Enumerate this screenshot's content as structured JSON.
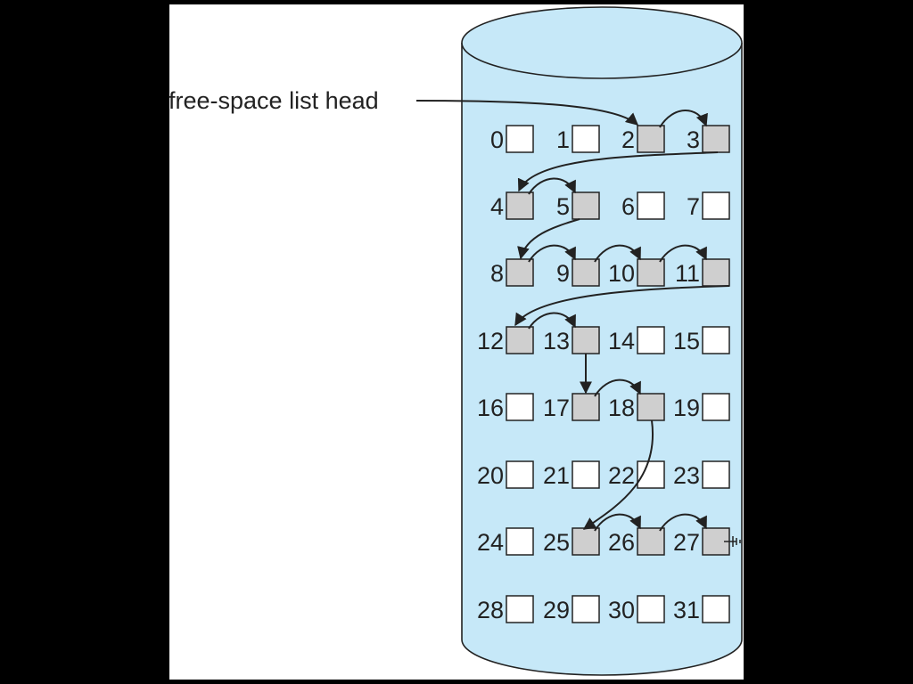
{
  "head_label": "free-space list head",
  "colors": {
    "background": "#000000",
    "panel": "#ffffff",
    "disk_fill": "#c6e8f8",
    "disk_stroke": "#222222",
    "free_block": "#cfcfcf",
    "used_block": "#ffffff"
  },
  "block_labels": [
    "0",
    "1",
    "2",
    "3",
    "4",
    "5",
    "6",
    "7",
    "8",
    "9",
    "10",
    "11",
    "12",
    "13",
    "14",
    "15",
    "16",
    "17",
    "18",
    "19",
    "20",
    "21",
    "22",
    "23",
    "24",
    "25",
    "26",
    "27",
    "28",
    "29",
    "30",
    "31"
  ],
  "free_blocks": [
    2,
    3,
    4,
    5,
    8,
    9,
    10,
    11,
    12,
    13,
    17,
    18,
    25,
    26,
    27
  ],
  "null_terminator_block": 27
}
